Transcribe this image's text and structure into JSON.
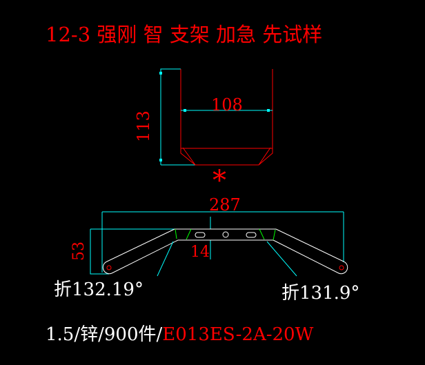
{
  "title": "12-3 强刚 智 支架 加急 先试样",
  "dims": {
    "width_top": "108",
    "height_top": "113",
    "length": "287",
    "height_front": "53",
    "plate": "14"
  },
  "bend_left": "折132.19°",
  "bend_right": "折131.9°",
  "spec_prefix": "1.5/锌/900件/",
  "part_code": "E013ES-2A-20W",
  "marker": "*",
  "colors": {
    "red": "#ff0000",
    "cyan": "#00ffff",
    "white": "#ffffff",
    "green": "#00ff00"
  }
}
